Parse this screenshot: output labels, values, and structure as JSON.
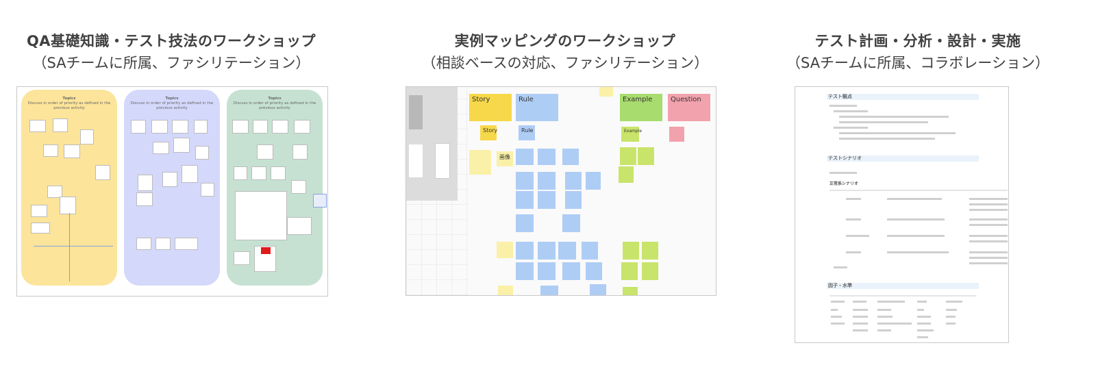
{
  "columns": [
    {
      "title": "QA基礎知識・テスト技法のワークショップ",
      "subtitle": "（SAチームに所属、ファシリテーション）",
      "board": {
        "columns": [
          {
            "heading": "Topics",
            "instruction": "Discuss in order of priority as defined in the previous activity",
            "color": "#fce49a"
          },
          {
            "heading": "Topics",
            "instruction": "Discuss in order of priority as defined in the previous activity",
            "color": "#d4d8fb"
          },
          {
            "heading": "Topics",
            "instruction": "Discuss in order of priority as defined in the previous activity",
            "color": "#c6e1d2"
          }
        ]
      }
    },
    {
      "title": "実例マッピングのワークショップ",
      "subtitle": "（相談ベースの対応、ファシリテーション）",
      "board": {
        "headers": [
          {
            "label": "Story",
            "color": "#f7d84a"
          },
          {
            "label": "Rule",
            "color": "#aecdf5"
          },
          {
            "label": "Example",
            "color": "#a9dc6e"
          },
          {
            "label": "Question",
            "color": "#f2a2ac"
          }
        ],
        "notes": {
          "story": "Story",
          "rule": "Rule",
          "example": "Example",
          "image": "画像"
        }
      }
    },
    {
      "title": "テスト計画・分析・設計・実施",
      "subtitle": "（SAチームに所属、コラボレーション）",
      "doc": {
        "sections": [
          "テスト観点",
          "テストシナリオ",
          "因子・水準"
        ],
        "scenario_heading": "正常系シナリオ"
      }
    }
  ]
}
